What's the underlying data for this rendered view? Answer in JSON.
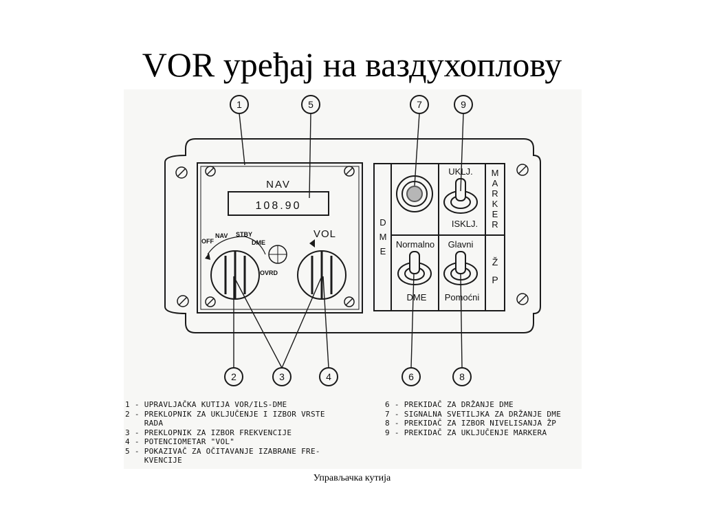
{
  "title": "VOR уређај на ваздухоплову",
  "caption": "Управљачка кутија",
  "panel": {
    "nav_label": "NAV",
    "frequency": "108.90",
    "mode_labels": {
      "off": "OFF",
      "nav": "NAV",
      "stby": "STBY",
      "dme": "DME",
      "ovrd": "OVRD"
    },
    "vol_label": "VOL",
    "dme_vertical": [
      "D",
      "M",
      "E"
    ],
    "marker_vertical": [
      "M",
      "A",
      "R",
      "K",
      "E",
      "R"
    ],
    "zp_vertical": [
      "Ž",
      "P"
    ],
    "switch_labels": {
      "uklj": "UKLJ.",
      "isklj": "ISKLJ.",
      "normalno": "Normalno",
      "dme": "DME",
      "glavni": "Glavni",
      "pomocni": "Pomoćni"
    }
  },
  "callouts_top": [
    "1",
    "5",
    "7",
    "9"
  ],
  "callouts_bottom": [
    "2",
    "3",
    "4",
    "6",
    "8"
  ],
  "legend": {
    "left": [
      "1 - UPRAVLJAČKA KUTIJA VOR/ILS-DME",
      "2 - PREKLOPNIK ZA UKLJUČENJE I IZBOR VRSTE",
      "    RADA",
      "3 - PREKLOPNIK ZA IZBOR FREKVENCIJE",
      "4 - POTENCIOMETAR \"VOL\"",
      "5 - POKAZIVAČ ZA OČITAVANJE IZABRANE FRE-",
      "    KVENCIJE"
    ],
    "right": [
      "6 - PREKIDAČ ZA DRŽANJE DME",
      "7 - SIGNALNA SVETILJKA ZA DRŽANJE DME",
      "8 - PREKIDAČ ZA IZBOR NIVELISANJA ŽP",
      "9 - PREKIDAČ ZA UKLJUČENJE MARKERA"
    ]
  }
}
